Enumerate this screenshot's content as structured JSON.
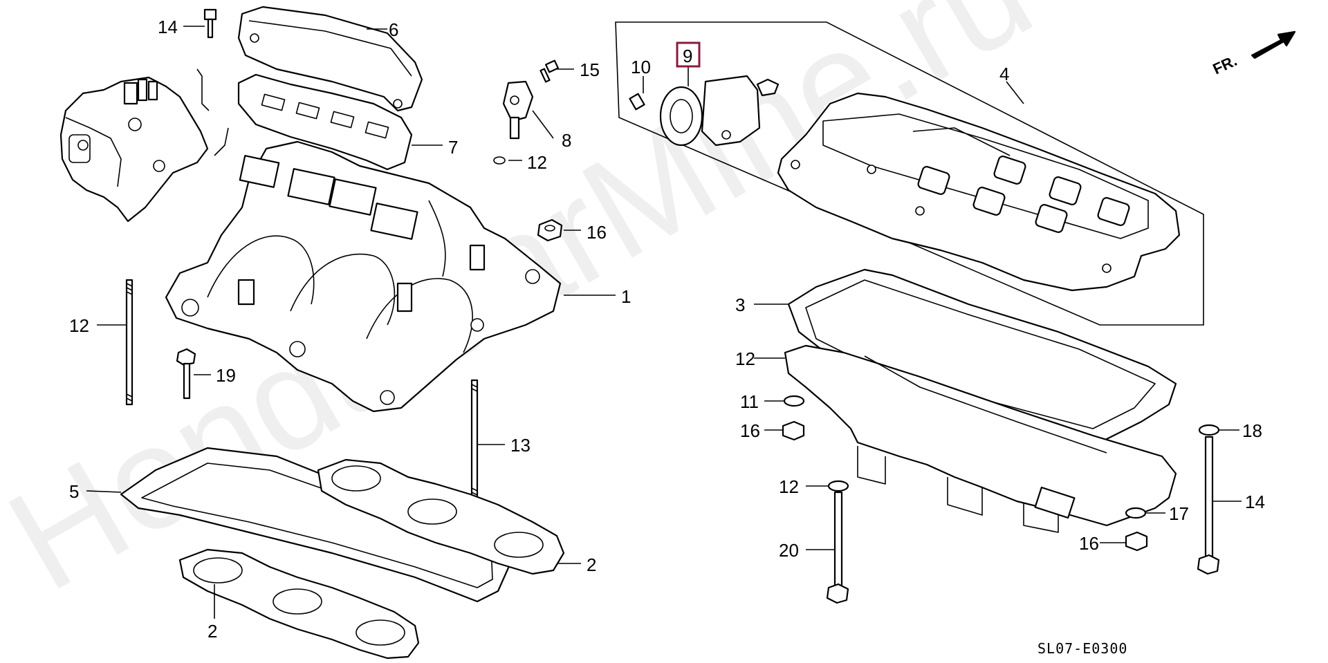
{
  "diagram": {
    "code": "SL07-E0300",
    "direction_label": "FR.",
    "watermark": "HondaCarMine.ru",
    "highlight_color": "#8b1a3a",
    "callouts": [
      {
        "id": "c1",
        "label": "1"
      },
      {
        "id": "c2a",
        "label": "2"
      },
      {
        "id": "c2b",
        "label": "2"
      },
      {
        "id": "c3",
        "label": "3"
      },
      {
        "id": "c4",
        "label": "4"
      },
      {
        "id": "c5",
        "label": "5"
      },
      {
        "id": "c6",
        "label": "6"
      },
      {
        "id": "c7",
        "label": "7",
        "highlighted": true
      },
      {
        "id": "c8",
        "label": "8"
      },
      {
        "id": "c9",
        "label": "9"
      },
      {
        "id": "c10",
        "label": "10"
      },
      {
        "id": "c11",
        "label": "11"
      },
      {
        "id": "c12a",
        "label": "12"
      },
      {
        "id": "c12b",
        "label": "12"
      },
      {
        "id": "c12c",
        "label": "12"
      },
      {
        "id": "c12d",
        "label": "12"
      },
      {
        "id": "c13",
        "label": "13"
      },
      {
        "id": "c14a",
        "label": "14"
      },
      {
        "id": "c14b",
        "label": "14"
      },
      {
        "id": "c15",
        "label": "15"
      },
      {
        "id": "c16a",
        "label": "16"
      },
      {
        "id": "c16b",
        "label": "16"
      },
      {
        "id": "c16c",
        "label": "16"
      },
      {
        "id": "c17",
        "label": "17"
      },
      {
        "id": "c18",
        "label": "18"
      },
      {
        "id": "c19",
        "label": "19"
      },
      {
        "id": "c20",
        "label": "20"
      }
    ]
  }
}
